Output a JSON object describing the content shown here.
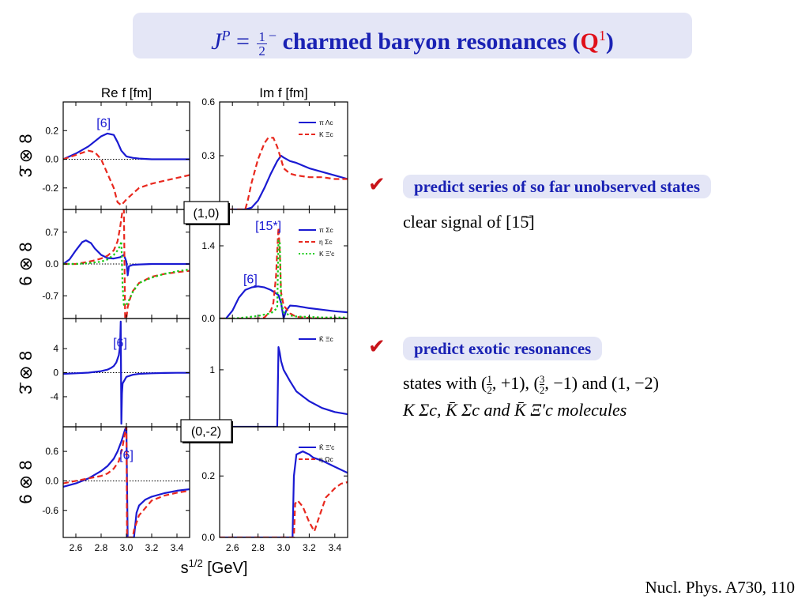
{
  "slide": {
    "title_jp": "J",
    "title_p": "P",
    "title_eq": " = ",
    "title_num": "1",
    "title_den": "2",
    "title_minus": "−",
    "title_main": " charmed baryon resonances (",
    "title_q": "Q",
    "title_q_sup": "1",
    "title_close": ")",
    "check_mark": "✔",
    "point1_label": "predict series of so far unobserved states",
    "point1_detail": "clear signal of [15̄]",
    "point2_label": "predict exotic resonances",
    "point2_line1_prefix": "states with ",
    "point2_line1_tail": " and (1, −2)",
    "point2_state1_num": "1",
    "point2_state1_den": "2",
    "point2_state1_rest": ", +1), (",
    "point2_state2_num": "3",
    "point2_state2_den": "2",
    "point2_state2_rest": ", −1)",
    "point2_line2": "K Σc, K̄ Σc and K̄ Ξ′c molecules",
    "reference": "Nucl. Phys. A730, 110"
  },
  "chart_data": {
    "type": "line",
    "col_titles": [
      "Re f [fm]",
      "Im f [fm]"
    ],
    "row_labels": [
      "3̄ ⊗ 8",
      "6 ⊗ 8",
      "3̄ ⊗ 8",
      "6 ⊗ 8"
    ],
    "xlabel": "s1/2 [GeV]",
    "xlim": [
      2.5,
      3.5
    ],
    "x_ticks": [
      "2.6",
      "2.8",
      "3.0",
      "3.2",
      "3.4"
    ],
    "sector_labels": [
      "(1,0)",
      "(0,-2)"
    ],
    "colors": {
      "blue": "#1a1ad2",
      "red": "#e8281e",
      "green": "#18cc18"
    },
    "panels": [
      {
        "id": "r1re",
        "ylim": [
          -0.35,
          0.4
        ],
        "y_ticks": [
          0.2,
          0.0,
          -0.2
        ],
        "y_tick_labels": [
          "0.2",
          "0.0",
          "-0.2"
        ],
        "zero_line": true,
        "annotations": [
          {
            "text": "[6]",
            "x": 2.82,
            "y": 0.25
          }
        ],
        "series": [
          {
            "color": "blue",
            "dash": false,
            "x": [
              2.5,
              2.6,
              2.7,
              2.8,
              2.85,
              2.9,
              2.93,
              2.96,
              3.0,
              3.05,
              3.1,
              3.2,
              3.3,
              3.4,
              3.5
            ],
            "y": [
              0.0,
              0.04,
              0.09,
              0.16,
              0.18,
              0.17,
              0.12,
              0.06,
              0.02,
              0.01,
              0.005,
              0.0,
              0.0,
              0.0,
              0.0
            ]
          },
          {
            "color": "red",
            "dash": true,
            "x": [
              2.5,
              2.6,
              2.7,
              2.75,
              2.8,
              2.85,
              2.9,
              2.93,
              2.96,
              3.0,
              3.05,
              3.1,
              3.2,
              3.3,
              3.4,
              3.5
            ],
            "y": [
              0.0,
              0.03,
              0.06,
              0.05,
              0.0,
              -0.1,
              -0.2,
              -0.3,
              -0.32,
              -0.28,
              -0.24,
              -0.2,
              -0.17,
              -0.15,
              -0.13,
              -0.11
            ]
          }
        ]
      },
      {
        "id": "r1im",
        "ylim": [
          0.0,
          0.6
        ],
        "y_ticks": [
          0.6,
          0.3
        ],
        "y_tick_labels": [
          "0.6",
          "0.3"
        ],
        "legend": [
          {
            "label": "π Λc",
            "color": "blue",
            "dash": false
          },
          {
            "label": "K Ξc",
            "color": "red",
            "dash": true
          }
        ],
        "series": [
          {
            "color": "blue",
            "dash": false,
            "x": [
              2.5,
              2.7,
              2.75,
              2.8,
              2.85,
              2.9,
              2.95,
              2.98,
              3.0,
              3.05,
              3.1,
              3.2,
              3.3,
              3.4,
              3.5
            ],
            "y": [
              0.0,
              0.0,
              0.01,
              0.05,
              0.12,
              0.2,
              0.27,
              0.3,
              0.29,
              0.27,
              0.26,
              0.23,
              0.21,
              0.19,
              0.17
            ]
          },
          {
            "color": "red",
            "dash": true,
            "x": [
              2.5,
              2.7,
              2.72,
              2.75,
              2.8,
              2.85,
              2.88,
              2.92,
              2.95,
              2.98,
              3.0,
              3.05,
              3.1,
              3.2,
              3.3,
              3.4,
              3.5
            ],
            "y": [
              0.0,
              0.0,
              0.05,
              0.15,
              0.28,
              0.37,
              0.4,
              0.4,
              0.35,
              0.28,
              0.23,
              0.2,
              0.19,
              0.18,
              0.18,
              0.17,
              0.17
            ]
          }
        ]
      },
      {
        "id": "r2re",
        "ylim": [
          -1.2,
          1.2
        ],
        "y_ticks": [
          0.7,
          0.0,
          -0.7
        ],
        "y_tick_labels": [
          "0.7",
          "0.0",
          "-0.7"
        ],
        "zero_line": true,
        "series": [
          {
            "color": "blue",
            "dash": false,
            "x": [
              2.5,
              2.55,
              2.6,
              2.65,
              2.68,
              2.72,
              2.75,
              2.8,
              2.85,
              2.9,
              2.95,
              2.98,
              3.0,
              3.01,
              3.02,
              3.05,
              3.1,
              3.2,
              3.3,
              3.4,
              3.5
            ],
            "y": [
              0.0,
              0.1,
              0.3,
              0.48,
              0.52,
              0.46,
              0.34,
              0.2,
              0.13,
              0.12,
              0.15,
              0.2,
              0.05,
              -0.25,
              -0.05,
              -0.02,
              -0.01,
              0.0,
              0.0,
              0.0,
              0.0
            ]
          },
          {
            "color": "red",
            "dash": true,
            "x": [
              2.5,
              2.6,
              2.7,
              2.75,
              2.8,
              2.85,
              2.9,
              2.93,
              2.95,
              2.97,
              2.98,
              2.99,
              3.0,
              3.01,
              3.03,
              3.05,
              3.1,
              3.15,
              3.2,
              3.3,
              3.4,
              3.5
            ],
            "y": [
              0.0,
              0.0,
              0.05,
              0.08,
              0.12,
              0.18,
              0.3,
              0.5,
              0.8,
              1.2,
              1.2,
              -1.2,
              -1.2,
              -0.95,
              -0.75,
              -0.6,
              -0.42,
              -0.35,
              -0.28,
              -0.22,
              -0.18,
              -0.15
            ]
          },
          {
            "color": "green",
            "dash": true,
            "x": [
              2.5,
              2.6,
              2.7,
              2.8,
              2.85,
              2.9,
              2.93,
              2.95,
              2.96,
              2.97,
              2.98,
              3.0,
              3.02,
              3.05,
              3.1,
              3.2,
              3.3,
              3.4,
              3.5
            ],
            "y": [
              0.0,
              0.0,
              0.02,
              0.05,
              0.1,
              0.2,
              0.3,
              0.4,
              0.5,
              -0.5,
              -0.9,
              -0.9,
              -0.8,
              -0.62,
              -0.42,
              -0.3,
              -0.22,
              -0.16,
              -0.12
            ]
          }
        ]
      },
      {
        "id": "r2im",
        "ylim": [
          0.0,
          2.1
        ],
        "y_ticks": [
          1.4,
          0.0
        ],
        "y_tick_labels": [
          "1.4",
          "0.0"
        ],
        "annotations": [
          {
            "text": "[15*]",
            "x": 2.88,
            "y": 1.78
          },
          {
            "text": "[6]",
            "x": 2.74,
            "y": 0.75
          }
        ],
        "legend": [
          {
            "label": "π Σc",
            "color": "blue",
            "dash": false
          },
          {
            "label": "η Σc",
            "color": "red",
            "dash": true
          },
          {
            "label": "K Ξ′c",
            "color": "green",
            "dash": true
          }
        ],
        "series": [
          {
            "color": "blue",
            "dash": false,
            "x": [
              2.5,
              2.55,
              2.6,
              2.65,
              2.7,
              2.75,
              2.8,
              2.85,
              2.9,
              2.93,
              2.96,
              2.98,
              3.0,
              3.02,
              3.05,
              3.1,
              3.2,
              3.3,
              3.4,
              3.5
            ],
            "y": [
              0.0,
              0.0,
              0.15,
              0.4,
              0.55,
              0.6,
              0.62,
              0.6,
              0.55,
              0.5,
              0.45,
              0.3,
              0.0,
              0.15,
              0.25,
              0.24,
              0.2,
              0.17,
              0.14,
              0.12
            ]
          },
          {
            "color": "red",
            "dash": true,
            "x": [
              2.5,
              2.6,
              2.7,
              2.8,
              2.85,
              2.9,
              2.92,
              2.94,
              2.95,
              2.96,
              2.97,
              2.98,
              3.0,
              3.05,
              3.1,
              3.2,
              3.3,
              3.4,
              3.5
            ],
            "y": [
              0.0,
              0.0,
              0.0,
              0.0,
              0.02,
              0.15,
              0.3,
              0.8,
              1.3,
              1.75,
              1.3,
              0.5,
              0.25,
              0.1,
              0.03,
              0.01,
              0.0,
              0.0,
              0.0
            ]
          },
          {
            "color": "green",
            "dash": true,
            "x": [
              2.5,
              2.6,
              2.7,
              2.8,
              2.9,
              2.95,
              2.96,
              2.97,
              2.98,
              3.0,
              3.05,
              3.1,
              3.2,
              3.3,
              3.4,
              3.5
            ],
            "y": [
              0.0,
              0.0,
              0.02,
              0.05,
              0.1,
              0.2,
              1.5,
              1.5,
              0.3,
              0.12,
              0.06,
              0.04,
              0.03,
              0.02,
              0.02,
              0.02
            ]
          }
        ]
      },
      {
        "id": "r3re",
        "ylim": [
          -9,
          9
        ],
        "y_ticks": [
          4,
          0,
          -4
        ],
        "y_tick_labels": [
          "4",
          "0",
          "-4"
        ],
        "zero_line": true,
        "annotations": [
          {
            "text": "[6]",
            "x": 2.95,
            "y": 4.9
          }
        ],
        "series": [
          {
            "color": "blue",
            "dash": false,
            "x": [
              2.5,
              2.6,
              2.7,
              2.8,
              2.85,
              2.88,
              2.9,
              2.92,
              2.94,
              2.95,
              2.955,
              2.96,
              2.965,
              2.97,
              3.0,
              3.05,
              3.1,
              3.2,
              3.3,
              3.4,
              3.5
            ],
            "y": [
              -0.2,
              -0.1,
              0.0,
              0.25,
              0.5,
              0.8,
              1.1,
              1.7,
              2.9,
              4.5,
              8.5,
              -8.5,
              -3.5,
              -1.8,
              -0.7,
              -0.35,
              -0.2,
              -0.1,
              -0.05,
              -0.03,
              -0.02
            ]
          }
        ]
      },
      {
        "id": "r3im",
        "ylim": [
          0.0,
          1.9
        ],
        "y_ticks": [
          1.0
        ],
        "y_tick_labels": [
          "1"
        ],
        "legend": [
          {
            "label": "K̄ Ξc",
            "color": "blue",
            "dash": false
          }
        ],
        "series": [
          {
            "color": "blue",
            "dash": false,
            "x": [
              2.5,
              2.95,
              2.96,
              2.97,
              2.98,
              3.0,
              3.05,
              3.1,
              3.2,
              3.3,
              3.4,
              3.5
            ],
            "y": [
              0.0,
              0.0,
              1.4,
              1.3,
              1.15,
              1.0,
              0.8,
              0.62,
              0.45,
              0.33,
              0.26,
              0.22
            ]
          }
        ]
      },
      {
        "id": "r4re",
        "ylim": [
          -1.15,
          1.1
        ],
        "y_ticks": [
          0.6,
          0.0,
          -0.6
        ],
        "y_tick_labels": [
          "0.6",
          "0.0",
          "-0.6"
        ],
        "zero_line": true,
        "annotations": [
          {
            "text": "[6]",
            "x": 3.0,
            "y": 0.52
          }
        ],
        "series": [
          {
            "color": "blue",
            "dash": false,
            "x": [
              2.5,
              2.6,
              2.7,
              2.8,
              2.85,
              2.9,
              2.93,
              2.96,
              2.99,
              3.0,
              3.01,
              3.02,
              3.04,
              3.06,
              3.07,
              3.08,
              3.1,
              3.15,
              3.2,
              3.3,
              3.4,
              3.5
            ],
            "y": [
              -0.12,
              -0.05,
              0.05,
              0.2,
              0.3,
              0.45,
              0.6,
              0.8,
              1.05,
              1.1,
              -1.15,
              -1.15,
              -1.15,
              -1.15,
              -0.9,
              -0.65,
              -0.5,
              -0.38,
              -0.32,
              -0.25,
              -0.2,
              -0.17
            ]
          },
          {
            "color": "red",
            "dash": true,
            "x": [
              2.5,
              2.6,
              2.7,
              2.8,
              2.85,
              2.9,
              2.94,
              2.97,
              2.99,
              3.0,
              3.005,
              3.01,
              3.02,
              3.04,
              3.05,
              3.06,
              3.08,
              3.1,
              3.15,
              3.2,
              3.3,
              3.4,
              3.5
            ],
            "y": [
              -0.05,
              0.0,
              0.05,
              0.1,
              0.15,
              0.25,
              0.4,
              0.7,
              1.0,
              1.1,
              -1.15,
              -1.15,
              -1.15,
              -1.15,
              -1.15,
              -1.0,
              -0.85,
              -0.7,
              -0.55,
              -0.4,
              -0.3,
              -0.24,
              -0.2
            ]
          }
        ]
      },
      {
        "id": "r4im",
        "ylim": [
          0.0,
          0.36
        ],
        "y_ticks": [
          0.2,
          0.0
        ],
        "y_tick_labels": [
          "0.2",
          "0.0"
        ],
        "legend": [
          {
            "label": "K̄ Ξ′c",
            "color": "blue",
            "dash": false
          },
          {
            "label": "η Ωc",
            "color": "red",
            "dash": true
          }
        ],
        "series": [
          {
            "color": "blue",
            "dash": false,
            "x": [
              2.5,
              3.07,
              3.08,
              3.1,
              3.15,
              3.2,
              3.23,
              3.3,
              3.4,
              3.5
            ],
            "y": [
              0.0,
              0.0,
              0.2,
              0.27,
              0.28,
              0.27,
              0.26,
              0.25,
              0.23,
              0.21
            ]
          },
          {
            "color": "red",
            "dash": true,
            "x": [
              2.5,
              3.08,
              3.09,
              3.11,
              3.15,
              3.2,
              3.24,
              3.28,
              3.33,
              3.4,
              3.45,
              3.5
            ],
            "y": [
              0.0,
              0.0,
              0.11,
              0.12,
              0.1,
              0.05,
              0.02,
              0.07,
              0.13,
              0.16,
              0.175,
              0.18
            ]
          }
        ]
      }
    ]
  }
}
